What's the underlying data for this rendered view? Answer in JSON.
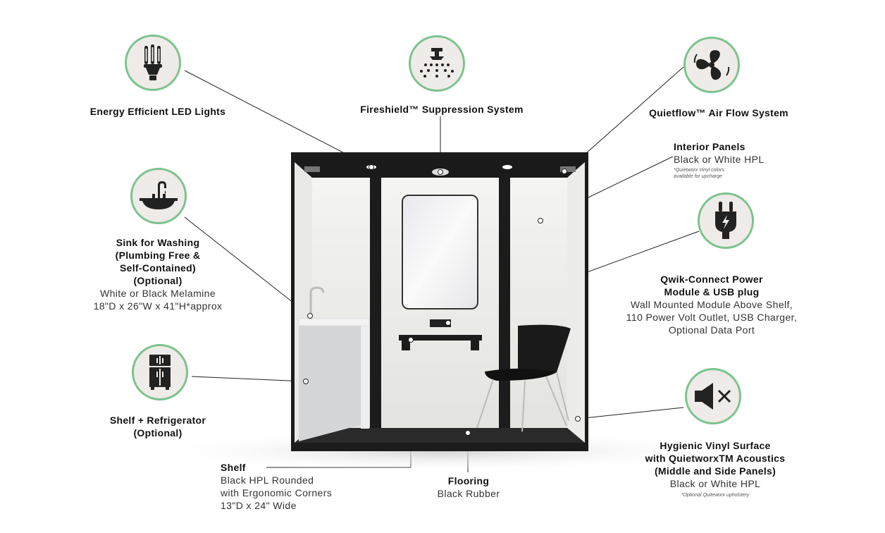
{
  "features": {
    "led": {
      "title": "Energy Efficient LED Lights",
      "icon": "led-bulb-icon"
    },
    "fire": {
      "title": "Fireshield™ Suppression System",
      "icon": "sprinkler-icon"
    },
    "air": {
      "title": "Quietflow™ Air Flow System",
      "icon": "fan-icon"
    },
    "panels": {
      "title": "Interior Panels",
      "detail": "Black or White HPL",
      "note1": "*Quietworx Vinyl colors",
      "note2": "available for upcharge"
    },
    "sink": {
      "title1": "Sink for Washing",
      "title2": "(Plumbing Free &",
      "title3": "Self-Contained)",
      "title4": "(Optional)",
      "detail1": "White or Black Melamine",
      "detail2": "18\"D x 26\"W x 41\"H*approx",
      "icon": "sink-icon"
    },
    "power": {
      "title1": "Qwik-Connect Power",
      "title2": "Module & USB plug",
      "detail1": "Wall Mounted Module Above Shelf,",
      "detail2": "110 Power Volt Outlet, USB Charger,",
      "detail3": "Optional Data Port",
      "icon": "plug-icon"
    },
    "fridge": {
      "title1": "Shelf + Refrigerator",
      "title2": "(Optional)",
      "icon": "refrigerator-icon"
    },
    "vinyl": {
      "title1": "Hygienic Vinyl Surface",
      "title2": "with QuietworxTM Acoustics",
      "title3": "(Middle and Side Panels)",
      "detail": "Black or White HPL",
      "note": "*Optional Quiteworx upholstery",
      "icon": "speaker-mute-icon"
    },
    "shelf": {
      "title": "Shelf",
      "detail1": "Black HPL Rounded",
      "detail2": "with Ergonomic Corners",
      "detail3": "13\"D x 24\" Wide"
    },
    "flooring": {
      "title": "Flooring",
      "detail": "Black Rubber"
    }
  },
  "colors": {
    "accent": "#7cc38d",
    "icon_bg": "#efebe8",
    "frame": "#1c1c1c"
  }
}
